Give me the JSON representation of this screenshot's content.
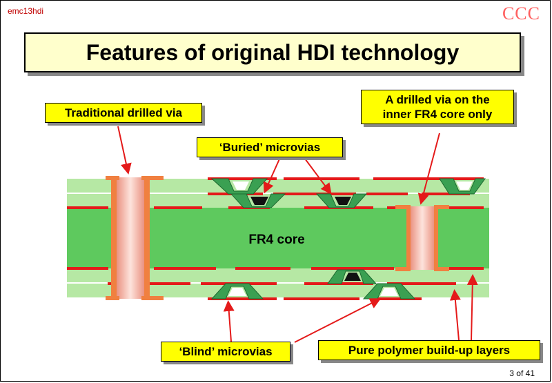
{
  "header": {
    "tag": "emc13hdi",
    "logo": "CCC"
  },
  "title": "Features of original HDI technology",
  "labels": {
    "traditional_via": "Traditional drilled via",
    "inner_via_line1": "A drilled via on the",
    "inner_via_line2": "inner FR4 core only",
    "buried": "‘Buried’ microvias",
    "core": "FR4 core",
    "blind": "‘Blind’ microvias",
    "buildup": "Pure polymer build-up layers"
  },
  "footer": {
    "page": "3 of 41"
  },
  "colors": {
    "core": "#5ec95e",
    "buildup": "#b6e8a4",
    "copper": "#e41a1a",
    "via_wall": "#f08040",
    "microvia": "#3aa052",
    "callout": "#ffff00",
    "title_bg": "#ffffcc"
  }
}
